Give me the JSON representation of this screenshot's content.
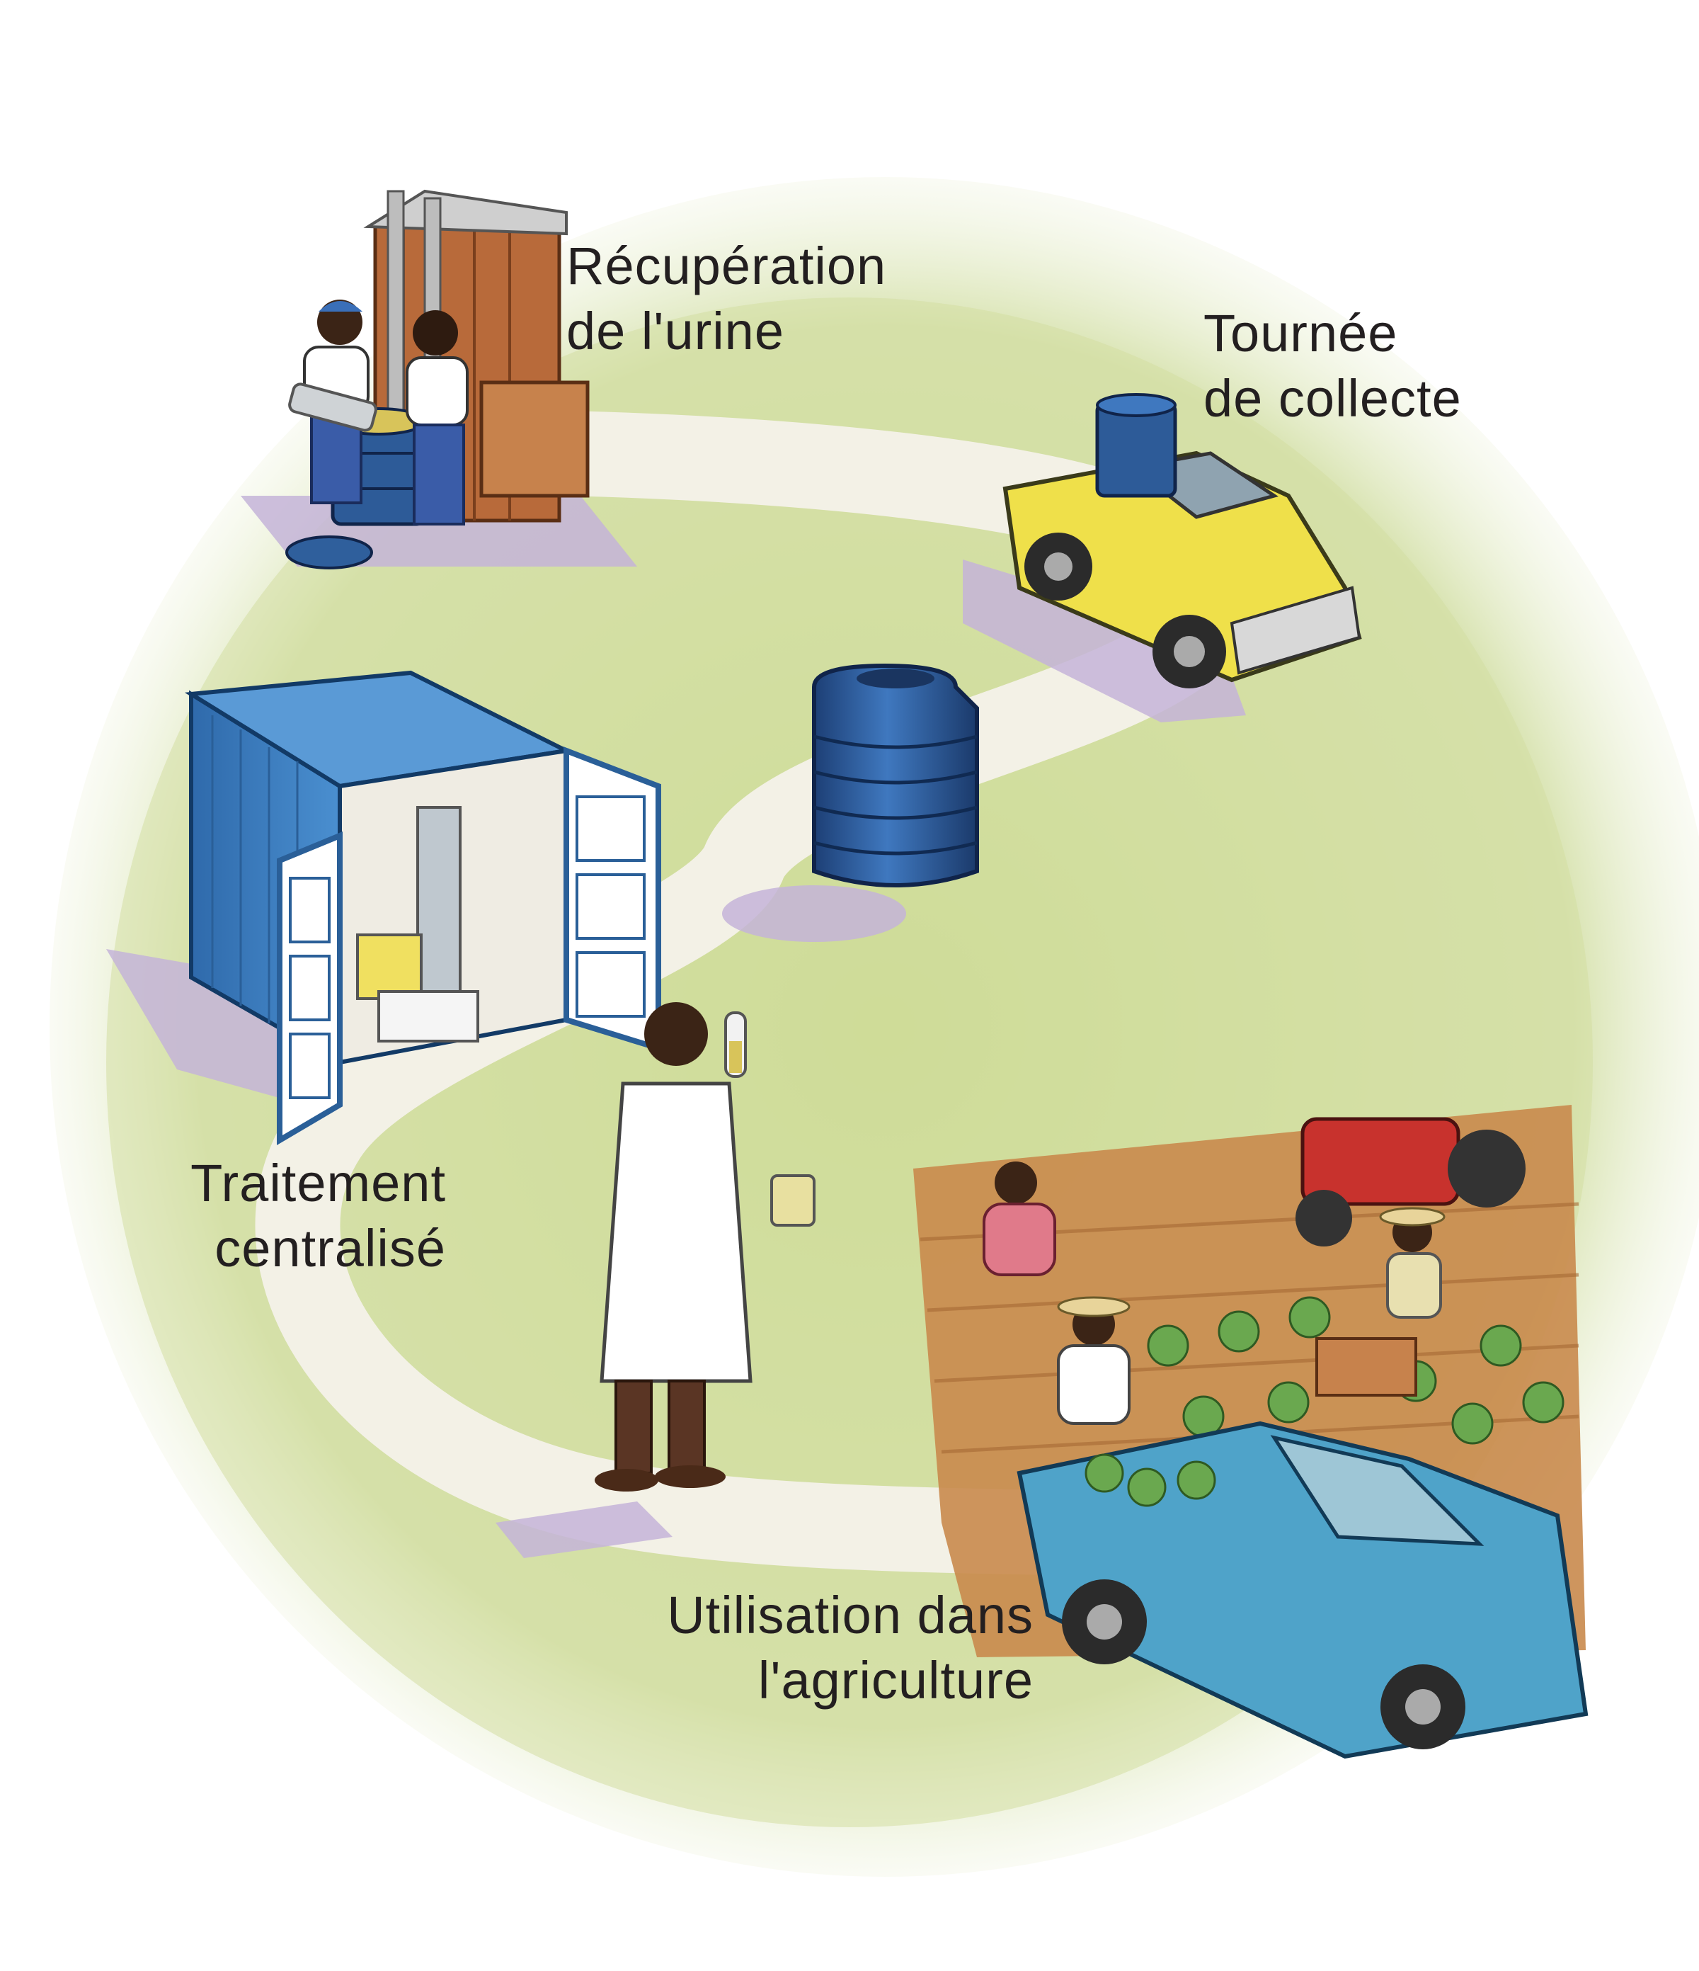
{
  "steps": [
    {
      "id": "recuperation",
      "lines": [
        "Récupération",
        "de l'urine"
      ]
    },
    {
      "id": "tournee",
      "lines": [
        "Tournée",
        "de collecte"
      ]
    },
    {
      "id": "traitement",
      "lines": [
        "Traitement",
        "centralisé"
      ]
    },
    {
      "id": "utilisation",
      "lines": [
        "Utilisation dans",
        "l'agriculture"
      ]
    }
  ],
  "colors": {
    "ground": "#cfdc9a",
    "path": "#f3f1e6",
    "shadow": "#c4b4d8",
    "container": "#3d7fc0",
    "tank": "#2d5b98",
    "yellow_truck": "#efe04a",
    "blue_truck": "#4fa3c9",
    "field": "#c98a4c",
    "cabbage": "#6aa84f",
    "tractor": "#c8322d"
  }
}
